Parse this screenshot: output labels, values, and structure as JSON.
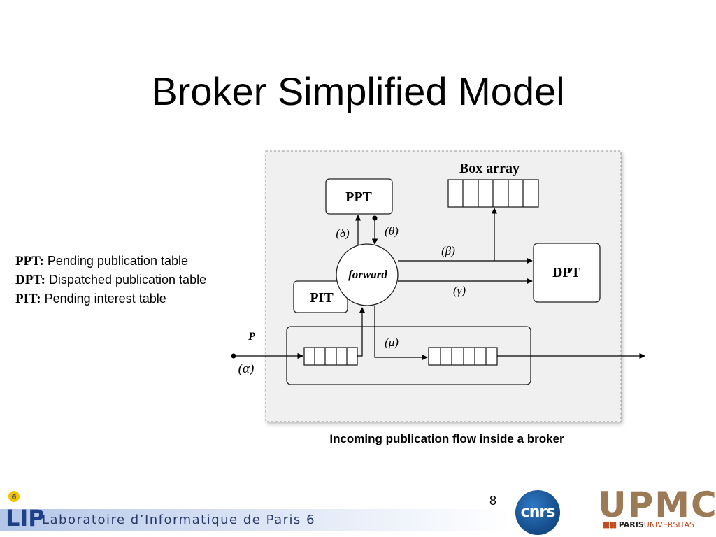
{
  "slide": {
    "title": "Broker Simplified Model",
    "page_number": "8"
  },
  "legend": [
    {
      "abbr": "PPT:",
      "text": "Pending publication table"
    },
    {
      "abbr": "DPT:",
      "text": "Dispatched publication table"
    },
    {
      "abbr": "PIT:",
      "text": "Pending interest table"
    }
  ],
  "diagram": {
    "box_array_label": "Box array",
    "ppt_label": "PPT",
    "pit_label": "PIT",
    "dpt_label": "DPT",
    "forward_label": "forward",
    "delta": "(δ)",
    "theta": "(θ)",
    "beta": "(β)",
    "gamma": "(γ)",
    "mu": "(μ)",
    "p_label": "P",
    "alpha": "(α)",
    "caption": "Incoming publication flow inside a broker"
  },
  "footer": {
    "lab_logo_text": "LIP",
    "lab_logo_sub": "6",
    "lab_name": "Laboratoire d’Informatique de Paris 6",
    "cnrs_text": "cnrs",
    "upmc_text": "UPMC",
    "upmc_sub_paris": "PARIS",
    "upmc_sub_univ": "UNIVERSITAS"
  },
  "colors": {
    "diagram_bg": "#f0f0f0",
    "footer_band": "#b3c6e8",
    "upmc_brown": "#9b7a55",
    "upmc_red": "#c14b1e",
    "cnrs_blue": "#17508f"
  }
}
